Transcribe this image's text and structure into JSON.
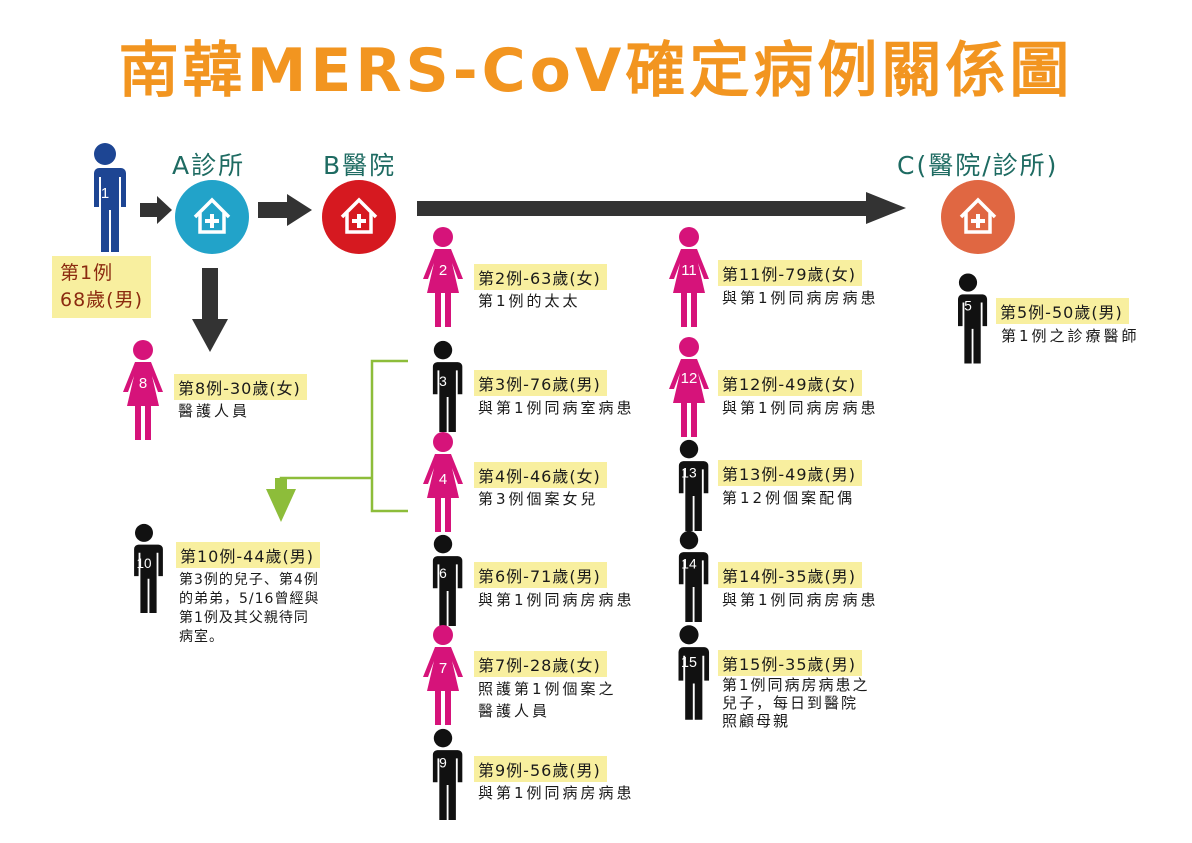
{
  "title": "南韓MERS-CoV確定病例關係圖",
  "colors": {
    "title": "#f29520",
    "location_label": "#1e6b62",
    "clinic_a": "#22a3c9",
    "hospital_b": "#d61920",
    "hospital_c": "#e06742",
    "male_case1": "#1d4593",
    "female": "#d6137a",
    "male": "#111111",
    "arrow_dark": "#333333",
    "arrow_green": "#8dbd3a",
    "tag_bg": "#f8ef9f"
  },
  "locations": {
    "a": {
      "label": "A診所",
      "icon": "hospital-house-icon"
    },
    "b": {
      "label": "B醫院",
      "icon": "hospital-house-icon"
    },
    "c": {
      "label": "C(醫院/診所)",
      "icon": "hospital-house-icon"
    }
  },
  "cases": {
    "c1": {
      "number": "1",
      "sex": "male",
      "tag": "第1例\n68歲(男)",
      "desc": ""
    },
    "c2": {
      "number": "2",
      "sex": "female",
      "tag": "第2例-63歲(女)",
      "desc": "第1例的太太"
    },
    "c3": {
      "number": "3",
      "sex": "male",
      "tag": "第3例-76歲(男)",
      "desc": "與第1例同病室病患"
    },
    "c4": {
      "number": "4",
      "sex": "female",
      "tag": "第4例-46歲(女)",
      "desc": "第3例個案女兒"
    },
    "c5": {
      "number": "5",
      "sex": "male",
      "tag": "第5例-50歲(男)",
      "desc": "第1例之診療醫師"
    },
    "c6": {
      "number": "6",
      "sex": "male",
      "tag": "第6例-71歲(男)",
      "desc": "與第1例同病房病患"
    },
    "c7": {
      "number": "7",
      "sex": "female",
      "tag": "第7例-28歲(女)",
      "desc": "照護第1例個案之\n醫護人員"
    },
    "c8": {
      "number": "8",
      "sex": "female",
      "tag": "第8例-30歲(女)",
      "desc": "醫護人員"
    },
    "c9": {
      "number": "9",
      "sex": "male",
      "tag": "第9例-56歲(男)",
      "desc": "與第1例同病房病患"
    },
    "c10": {
      "number": "10",
      "sex": "male",
      "tag": "第10例-44歲(男)",
      "desc": "第3例的兒子、第4例\n的弟弟，5/16曾經與\n第1例及其父親待同\n病室。"
    },
    "c11": {
      "number": "11",
      "sex": "female",
      "tag": "第11例-79歲(女)",
      "desc": "與第1例同病房病患"
    },
    "c12": {
      "number": "12",
      "sex": "female",
      "tag": "第12例-49歲(女)",
      "desc": "與第1例同病房病患"
    },
    "c13": {
      "number": "13",
      "sex": "male",
      "tag": "第13例-49歲(男)",
      "desc": "第12例個案配偶"
    },
    "c14": {
      "number": "14",
      "sex": "male",
      "tag": "第14例-35歲(男)",
      "desc": "與第1例同病房病患"
    },
    "c15": {
      "number": "15",
      "sex": "male",
      "tag": "第15例-35歲(男)",
      "desc": "第1例同病房病患之\n兒子，每日到醫院\n照顧母親"
    }
  }
}
